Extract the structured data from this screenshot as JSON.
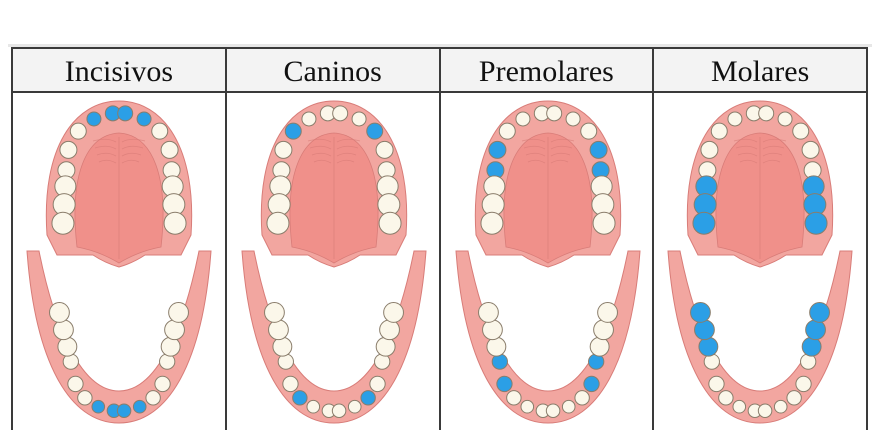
{
  "table": {
    "columns": [
      {
        "label": "Incisivos",
        "highlight": "incisors"
      },
      {
        "label": "Caninos",
        "highlight": "canines"
      },
      {
        "label": "Premolares",
        "highlight": "premolars"
      },
      {
        "label": "Molares",
        "highlight": "molars"
      }
    ]
  },
  "colors": {
    "highlight": "#2b9fe6",
    "gum": "#f2a6a0",
    "gum_dark": "#d87c78",
    "palate": "#f0908a",
    "tooth": "#fbf7ea",
    "tooth_edge": "#8a7d6b",
    "header_bg": "#f3f3f3",
    "border": "#3a3a3a"
  }
}
